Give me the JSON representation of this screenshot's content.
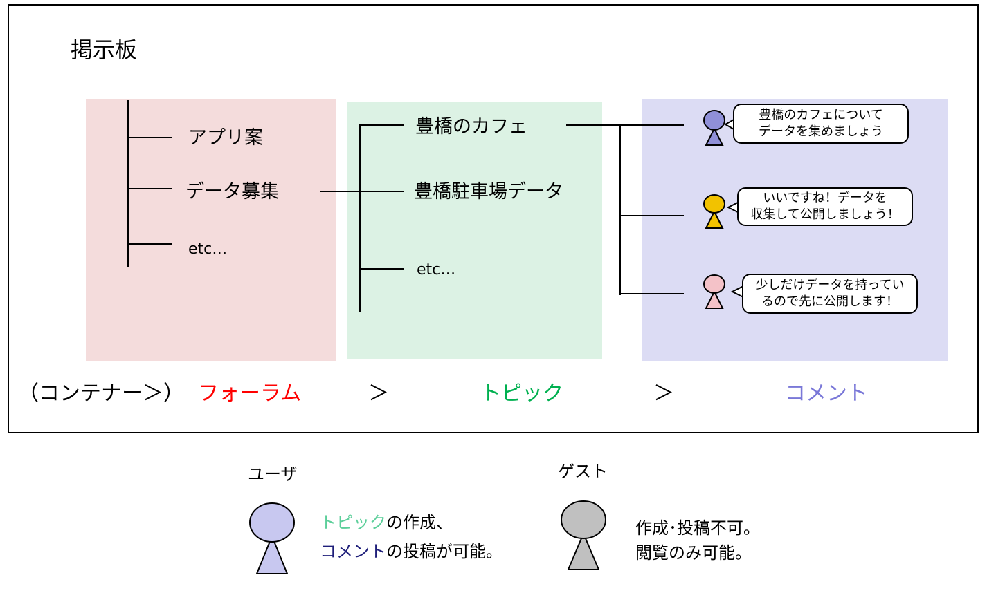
{
  "board": {
    "title": "掲示板",
    "forum": {
      "items": [
        "アプリ案",
        "データ募集",
        "etc…"
      ],
      "color": "#f4dcdc"
    },
    "topic": {
      "items": [
        "豊橋のカフェ",
        "豊橋駐車場データ",
        "etc…"
      ],
      "color": "#dcf2e4"
    },
    "comment": {
      "color": "#dcdcf4",
      "items": [
        {
          "line1": "豊橋のカフェについて",
          "line2": "データを集めましょう",
          "avatar_color": "#9090d8"
        },
        {
          "line1": "いいですね！データを",
          "line2": "収集して公開しましょう！",
          "avatar_color": "#f2c200"
        },
        {
          "line1": "少しだけデータを持ってい",
          "line2": "るので先に公開します！",
          "avatar_color": "#f4c2c8"
        }
      ]
    }
  },
  "hierarchy": {
    "container": "（コンテナー＞）",
    "forum": "フォーラム",
    "sep1": "＞",
    "topic": "トピック",
    "sep2": "＞",
    "comment": "コメント",
    "forum_color": "#ff0000",
    "topic_color": "#00b050",
    "comment_color": "#7a78d8"
  },
  "legend": {
    "user": {
      "label": "ユーザ",
      "avatar_color": "#c8c8f0",
      "desc_topic": "トピック",
      "desc_mid": "の作成、",
      "desc_comment": "コメント",
      "desc_end": "の投稿が可能。",
      "topic_color": "#5ccf9a",
      "comment_color": "#1f1f7a"
    },
    "guest": {
      "label": "ゲスト",
      "avatar_color": "#c0c0c0",
      "line1": "作成･投稿不可。",
      "line2": "閲覧のみ可能。"
    }
  }
}
